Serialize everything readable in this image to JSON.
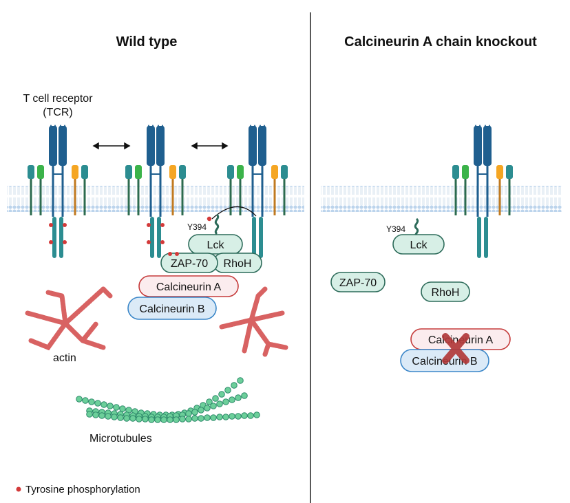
{
  "panels": {
    "left": {
      "title": "Wild type"
    },
    "right": {
      "title": "Calcineurin A chain knockout"
    }
  },
  "labels": {
    "tcr_line1": "T cell receptor",
    "tcr_line2": "(TCR)",
    "actin": "actin",
    "microtubules": "Microtubules",
    "legend": "Tyrosine phosphorylation",
    "y394_left": "Y394",
    "y394_right": "Y394"
  },
  "proteins": {
    "lck": "Lck",
    "zap70": "ZAP-70",
    "rhoh": "RhoH",
    "calcineurin_a": "Calcineurin A",
    "calcineurin_b": "Calcineurin B"
  },
  "colors": {
    "tcr_blue": "#1f5f8f",
    "teal_cd3": "#2c8d91",
    "pill_fill": "#d7efe6",
    "pill_stroke": "#2d6b5a",
    "cnA_stroke": "#c53a3a",
    "cnA_fill": "#fbecee",
    "cnB_stroke": "#3a86c8",
    "cnB_fill": "#dbeaf7",
    "phospho": "#d33a3a",
    "actin": "#d86262",
    "microtubule": "#6ccf9a",
    "knockout_x": "#b23a3a",
    "membrane": "#b8d3ea"
  }
}
